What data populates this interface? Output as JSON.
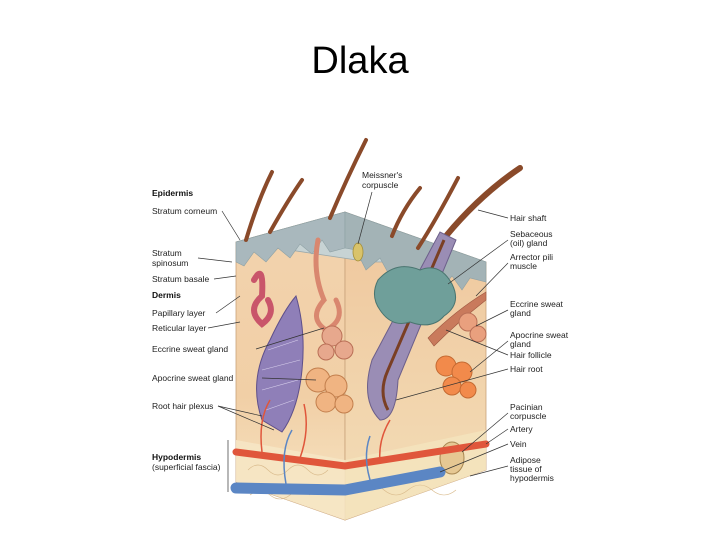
{
  "slide": {
    "title": "Dlaka"
  },
  "labels_left": {
    "epidermis": "Epidermis",
    "stratum_corneum": "Stratum corneum",
    "stratum_spinosum_1": "Stratum",
    "stratum_spinosum_2": "spinosum",
    "stratum_basale": "Stratum basale",
    "dermis": "Dermis",
    "papillary_layer": "Papillary layer",
    "reticular_layer": "Reticular layer",
    "eccrine_sweat_gland": "Eccrine sweat gland",
    "apocrine_sweat_gland": "Apocrine sweat gland",
    "root_hair_plexus": "Root hair plexus",
    "hypodermis": "Hypodermis",
    "superficial_fascia": "(superficial fascia)"
  },
  "labels_top": {
    "meissners_1": "Meissner's",
    "meissners_2": "corpuscle"
  },
  "labels_right": {
    "hair_shaft": "Hair shaft",
    "sebaceous_1": "Sebaceous",
    "sebaceous_2": "(oil) gland",
    "arrector_1": "Arrector pili",
    "arrector_2": "muscle",
    "eccrine_1": "Eccrine sweat",
    "eccrine_2": "gland",
    "apocrine_1": "Apocrine sweat",
    "apocrine_2": "gland",
    "hair_follicle": "Hair follicle",
    "hair_root": "Hair root",
    "pacinian_1": "Pacinian",
    "pacinian_2": "corpuscle",
    "artery": "Artery",
    "vein": "Vein",
    "adipose_1": "Adipose",
    "adipose_2": "tissue of",
    "adipose_3": "hypodermis"
  },
  "colors": {
    "epidermis": "#a9b8bd",
    "dermis": "#f1cfa6",
    "hypodermis": "#f6e6c4",
    "artery": "#e0563b",
    "vein": "#5b86c4",
    "gland": "#6f9f9a",
    "hair": "#8a4a2a"
  }
}
